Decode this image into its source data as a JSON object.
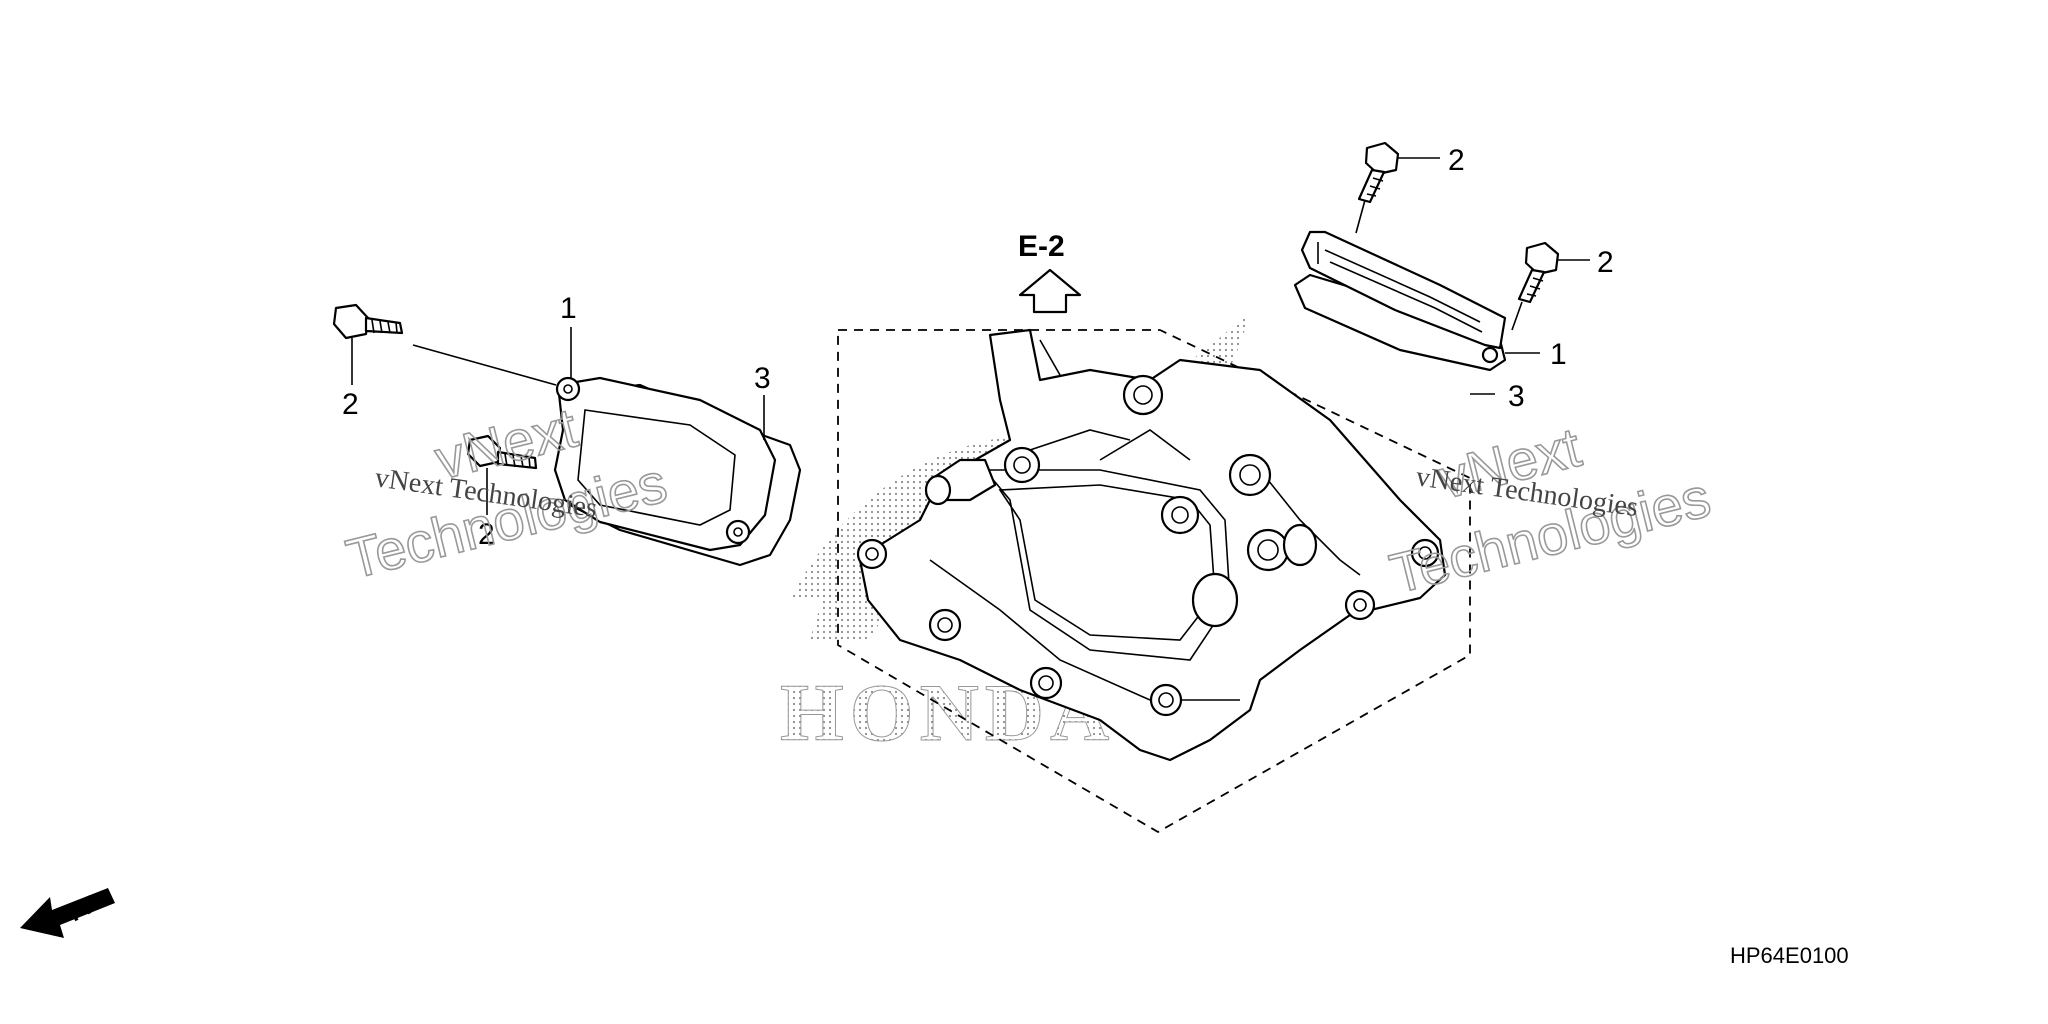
{
  "diagram": {
    "reference": "E-2",
    "diagram_code": "HP64E0100",
    "front_indicator": "FR.",
    "callouts": {
      "left_cover": "1",
      "left_bolt_top": "2",
      "left_bolt_bottom": "2",
      "left_gasket": "3",
      "right_bolt_top": "2",
      "right_bolt_mid": "2",
      "right_cover": "1",
      "right_gasket": "3"
    }
  },
  "watermarks": {
    "left_small": "vNext Technologies",
    "left_big_1": "vNext",
    "left_big_2": "Technologies",
    "right_small": "vNext Technologies",
    "right_big_1": "vNext",
    "right_big_2": "Technologies",
    "brand": "HONDA"
  }
}
